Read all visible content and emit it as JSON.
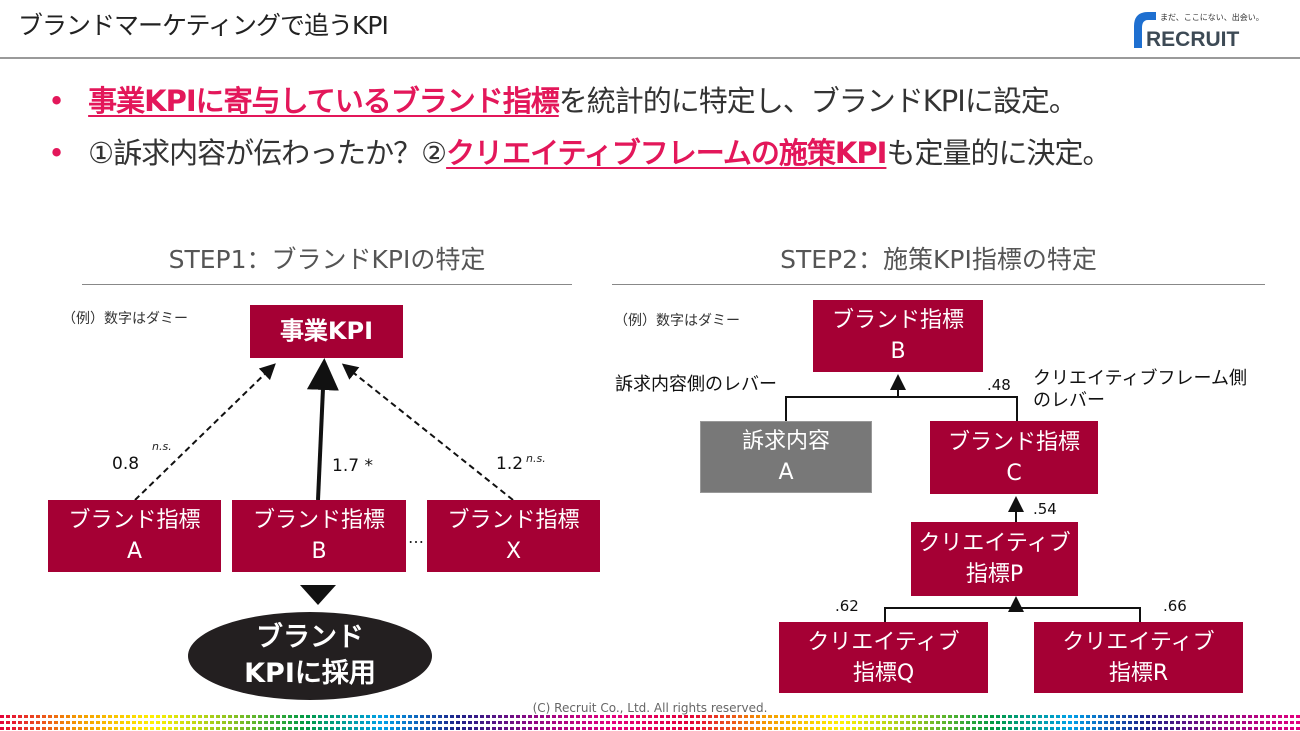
{
  "header": {
    "title": "ブランドマーケティングで追うKPI",
    "logo_tagline": "まだ、ここにない、出会い。",
    "logo_text": "RECRUIT"
  },
  "bullets": [
    {
      "highlight": "事業KPIに寄与しているブランド指標",
      "rest": "を統計的に特定し、ブランドKPIに設定。"
    },
    {
      "prefix": "①訴求内容が伝わったか？②",
      "highlight": "クリエイティブフレームの施策KPI",
      "rest": "も定量的に決定。"
    }
  ],
  "step1": {
    "heading": "STEP1：ブランドKPIの特定",
    "note": "（例）数字はダミー",
    "target": "事業KPI",
    "boxes": [
      {
        "line1": "ブランド指標",
        "line2": "A"
      },
      {
        "line1": "ブランド指標",
        "line2": "B"
      },
      {
        "line1": "ブランド指標",
        "line2": "X"
      }
    ],
    "ellipsis": "…",
    "coefs": [
      {
        "value": "0.8",
        "sig": "n.s."
      },
      {
        "value": "1.7",
        "sig": "*"
      },
      {
        "value": "1.2",
        "sig": "n.s."
      }
    ],
    "result_line1": "ブランド",
    "result_line2": "KPIに採用"
  },
  "step2": {
    "heading": "STEP2：施策KPI指標の特定",
    "note": "（例）数字はダミー",
    "top": {
      "line1": "ブランド指標",
      "line2": "B"
    },
    "left_lever": "訴求内容側のレバー",
    "right_lever_1": "クリエイティブフレーム側",
    "right_lever_2": "のレバー",
    "appeal": {
      "line1": "訴求内容",
      "line2": "A"
    },
    "c": {
      "line1": "ブランド指標",
      "line2": "C"
    },
    "p": {
      "line1": "クリエイティブ",
      "line2": "指標P"
    },
    "q": {
      "line1": "クリエイティブ",
      "line2": "指標Q"
    },
    "r": {
      "line1": "クリエイティブ",
      "line2": "指標R"
    },
    "coef_c": ".48",
    "coef_p": ".54",
    "coef_q": ".62",
    "coef_r": ".66"
  },
  "footer": {
    "copyright": "(C) Recruit Co., Ltd. All rights reserved."
  }
}
